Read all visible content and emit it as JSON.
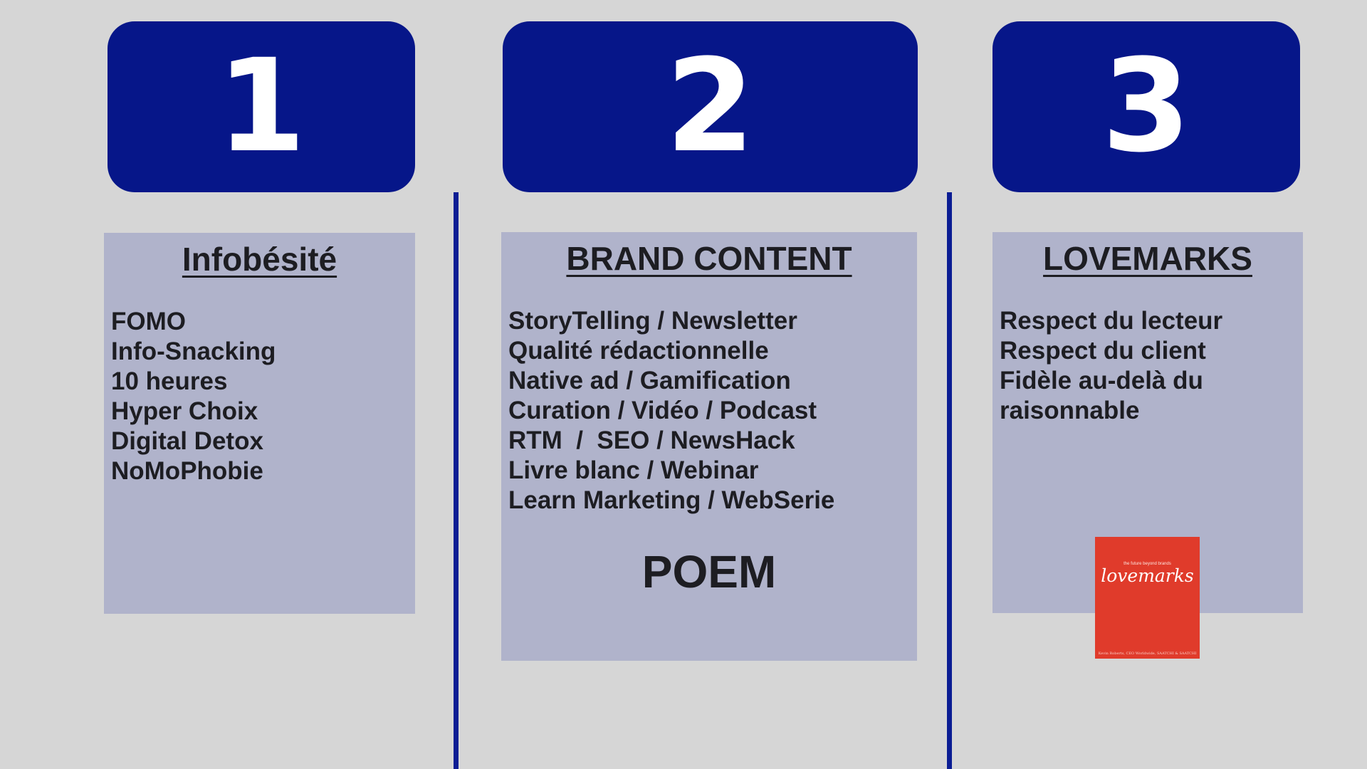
{
  "colors": {
    "background": "#d6d6d6",
    "number_box": "#061689",
    "divider": "#0b1d94",
    "panel": "#b0b3cb",
    "text": "#1d1d22",
    "book_cover": "#e03b2b"
  },
  "columns": [
    {
      "number": "1",
      "title": "Infobésité",
      "items": [
        "FOMO",
        "Info-Snacking",
        "10 heures",
        "Hyper Choix",
        "Digital Detox",
        "NoMoPhobie"
      ]
    },
    {
      "number": "2",
      "title": "BRAND CONTENT",
      "items": [
        "StoryTelling / Newsletter",
        "Qualité rédactionnelle",
        "Native ad / Gamification",
        "Curation / Vidéo / Podcast",
        "RTM  /  SEO / NewsHack",
        "Livre blanc / Webinar",
        "Learn Marketing / WebSerie"
      ],
      "footer": "POEM"
    },
    {
      "number": "3",
      "title": "LOVEMARKS",
      "items": [
        "Respect du lecteur",
        "Respect du client",
        "Fidèle au-delà du raisonnable"
      ]
    }
  ],
  "book": {
    "tagline": "the future beyond brands",
    "logo": "lovemarks",
    "author_line": "Kevin Roberts, CEO Worldwide, SAATCHI & SAATCHI"
  }
}
